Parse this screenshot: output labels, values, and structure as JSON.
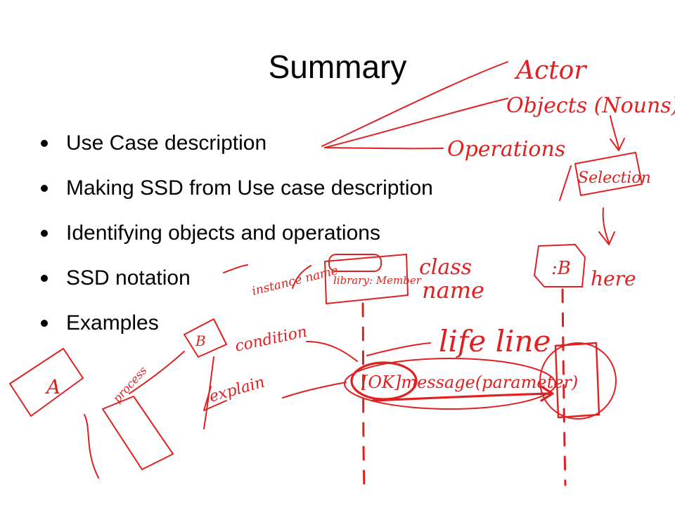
{
  "slide": {
    "title": "Summary",
    "bullets": [
      "Use Case description",
      "Making SSD from Use case description",
      "Identifying objects and operations",
      "SSD notation",
      "Examples"
    ]
  },
  "annotations": {
    "ink_color": "#e02020",
    "actor": "Actor",
    "objects_nouns": "Objects (Nouns)",
    "operations": "Operations",
    "selection": "Selection",
    "instance_name": "instance name",
    "library_member": "library: Member",
    "class_name_line1": "class",
    "class_name_line2": "name",
    "box_b_upper": ":B",
    "here": "here",
    "lifeline": "life line",
    "condition": "condition",
    "explain": "explain",
    "process": "process",
    "box_a": "A",
    "box_b_lower": "B",
    "message": "[OK]message(parameter)"
  }
}
